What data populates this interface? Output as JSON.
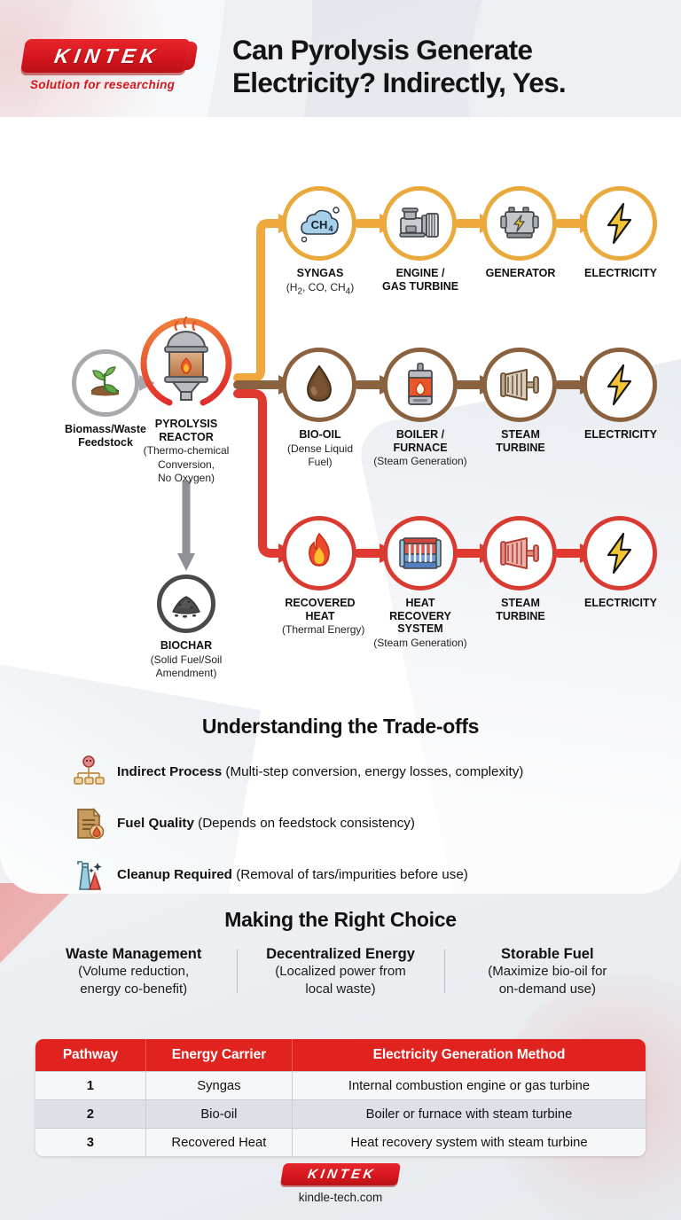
{
  "brand": {
    "logo_text": "KINTEK",
    "tagline": "Solution for researching",
    "footer_logo_text": "KINTEK",
    "footer_url": "kindle-tech.com"
  },
  "header": {
    "title_line1": "Can Pyrolysis Generate",
    "title_line2": "Electricity? Indirectly, Yes."
  },
  "colors": {
    "brand_red": "#d4161c",
    "table_header_red": "#e0231f",
    "path_orange": "#e9a93c",
    "path_brown": "#8a6240",
    "path_red": "#d93b33",
    "neutral_gray": "#a7a9ac",
    "biochar_gray": "#4a4a4a",
    "electricity_yellow": "#f5c431",
    "syngas_cloud_blue": "#a8cfea"
  },
  "diagram": {
    "input": {
      "icon": "plant-sprout-icon",
      "label_line1": "Biomass/Waste",
      "label_line2": "Feedstock"
    },
    "reactor": {
      "icon": "pyrolysis-reactor-icon",
      "label_line1": "PYROLYSIS",
      "label_line2": "REACTOR",
      "sub_line1": "(Thermo-chemical",
      "sub_line2": "Conversion,",
      "sub_line3": "No Oxygen)"
    },
    "byproduct": {
      "icon": "biochar-pile-icon",
      "label": "BIOCHAR",
      "sub_line1": "(Solid Fuel/Soil",
      "sub_line2": "Amendment)"
    },
    "rows": [
      {
        "path_color": "#e9a93c",
        "nodes": [
          {
            "icon": "methane-cloud-icon",
            "label_line1": "SYNGAS",
            "label_line2": "",
            "sub_line1": "(H2, CO, CH4)",
            "sub_line2": "",
            "sub_line3": ""
          },
          {
            "icon": "gas-engine-icon",
            "label_line1": "ENGINE /",
            "label_line2": "GAS TURBINE",
            "sub_line1": "",
            "sub_line2": "",
            "sub_line3": ""
          },
          {
            "icon": "generator-icon",
            "label_line1": "GENERATOR",
            "label_line2": "",
            "sub_line1": "",
            "sub_line2": "",
            "sub_line3": ""
          },
          {
            "icon": "lightning-bolt-icon",
            "label_line1": "ELECTRICITY",
            "label_line2": "",
            "sub_line1": "",
            "sub_line2": "",
            "sub_line3": ""
          }
        ]
      },
      {
        "path_color": "#8a6240",
        "nodes": [
          {
            "icon": "oil-droplet-icon",
            "label_line1": "BIO-OIL",
            "label_line2": "",
            "sub_line1": "(Dense Liquid",
            "sub_line2": "Fuel)",
            "sub_line3": ""
          },
          {
            "icon": "boiler-furnace-icon",
            "label_line1": "BOILER /",
            "label_line2": "FURNACE",
            "sub_line1": "(Steam Generation)",
            "sub_line2": "",
            "sub_line3": ""
          },
          {
            "icon": "steam-turbine-icon",
            "label_line1": "STEAM",
            "label_line2": "TURBINE",
            "sub_line1": "",
            "sub_line2": "",
            "sub_line3": ""
          },
          {
            "icon": "lightning-bolt-icon",
            "label_line1": "ELECTRICITY",
            "label_line2": "",
            "sub_line1": "",
            "sub_line2": "",
            "sub_line3": ""
          }
        ]
      },
      {
        "path_color": "#d93b33",
        "nodes": [
          {
            "icon": "flame-icon",
            "label_line1": "RECOVERED",
            "label_line2": "HEAT",
            "sub_line1": "(Thermal Energy)",
            "sub_line2": "",
            "sub_line3": ""
          },
          {
            "icon": "heat-exchanger-icon",
            "label_line1": "HEAT",
            "label_line2": "RECOVERY",
            "sub_line1": "SYSTEM",
            "sub_line2": "(Steam Generation)",
            "sub_line3": ""
          },
          {
            "icon": "steam-turbine-icon",
            "label_line1": "STEAM",
            "label_line2": "TURBINE",
            "sub_line1": "",
            "sub_line2": "",
            "sub_line3": ""
          },
          {
            "icon": "lightning-bolt-icon",
            "label_line1": "ELECTRICITY",
            "label_line2": "",
            "sub_line1": "",
            "sub_line2": "",
            "sub_line3": ""
          }
        ]
      }
    ]
  },
  "tradeoffs": {
    "title": "Understanding the Trade-offs",
    "items": [
      {
        "icon": "hierarchy-process-icon",
        "bold": "Indirect Process",
        "rest": " (Multi-step conversion, energy losses, complexity)"
      },
      {
        "icon": "fuel-document-icon",
        "bold": "Fuel Quality",
        "rest": " (Depends on feedstock consistency)"
      },
      {
        "icon": "spray-bottle-cleanup-icon",
        "bold": "Cleanup Required",
        "rest": " (Removal of tars/impurities before use)"
      }
    ]
  },
  "choice": {
    "title": "Making the Right Choice",
    "columns": [
      {
        "heading": "Waste Management",
        "sub_line1": "(Volume reduction,",
        "sub_line2": "energy co-benefit)"
      },
      {
        "heading": "Decentralized Energy",
        "sub_line1": "(Localized power from",
        "sub_line2": "local waste)"
      },
      {
        "heading": "Storable Fuel",
        "sub_line1": "(Maximize bio-oil for",
        "sub_line2": "on-demand use)"
      }
    ]
  },
  "table": {
    "headers": [
      "Pathway",
      "Energy Carrier",
      "Electricity Generation Method"
    ],
    "rows": [
      [
        "1",
        "Syngas",
        "Internal combustion engine or gas turbine"
      ],
      [
        "2",
        "Bio-oil",
        "Boiler or furnace with steam turbine"
      ],
      [
        "3",
        "Recovered Heat",
        "Heat recovery system with steam turbine"
      ]
    ]
  }
}
